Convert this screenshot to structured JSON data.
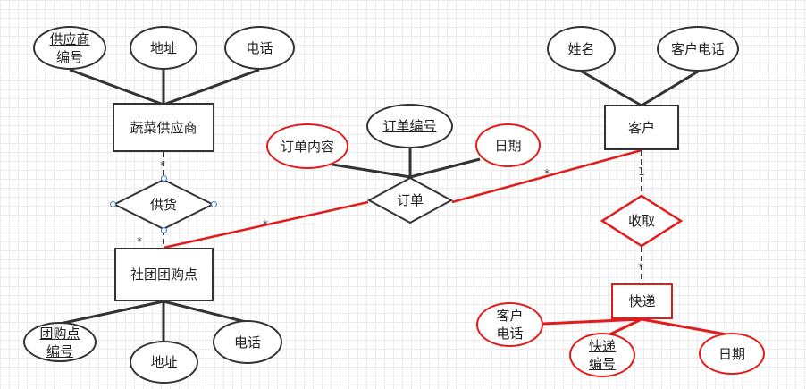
{
  "entities": {
    "supplier": "蔬菜供应商",
    "group_point": "社团团购点",
    "customer": "客户",
    "express": "快递"
  },
  "relations": {
    "supply": "供货",
    "order": "订单",
    "receive": "收取"
  },
  "attributes": {
    "supplier_id": "供应商\n编号",
    "supplier_address": "地址",
    "supplier_phone": "电话",
    "point_id": "团购点\n编号",
    "point_address": "地址",
    "point_phone": "电话",
    "customer_name": "姓名",
    "customer_phone": "客户电话",
    "order_id": "订单编号",
    "order_content": "订单内容",
    "order_date": "日期",
    "express_customer_phone": "客户\n电话",
    "express_id": "快递\n编号",
    "express_date": "日期"
  },
  "cardinalities": {
    "supply_supplier": "*",
    "supply_point": "*",
    "order_point": "*",
    "order_customer": "*",
    "receive_customer": "1",
    "receive_express": "*"
  },
  "colors": {
    "black": "#333333",
    "red": "#e21b1b",
    "handle": "#3b7ddd"
  }
}
